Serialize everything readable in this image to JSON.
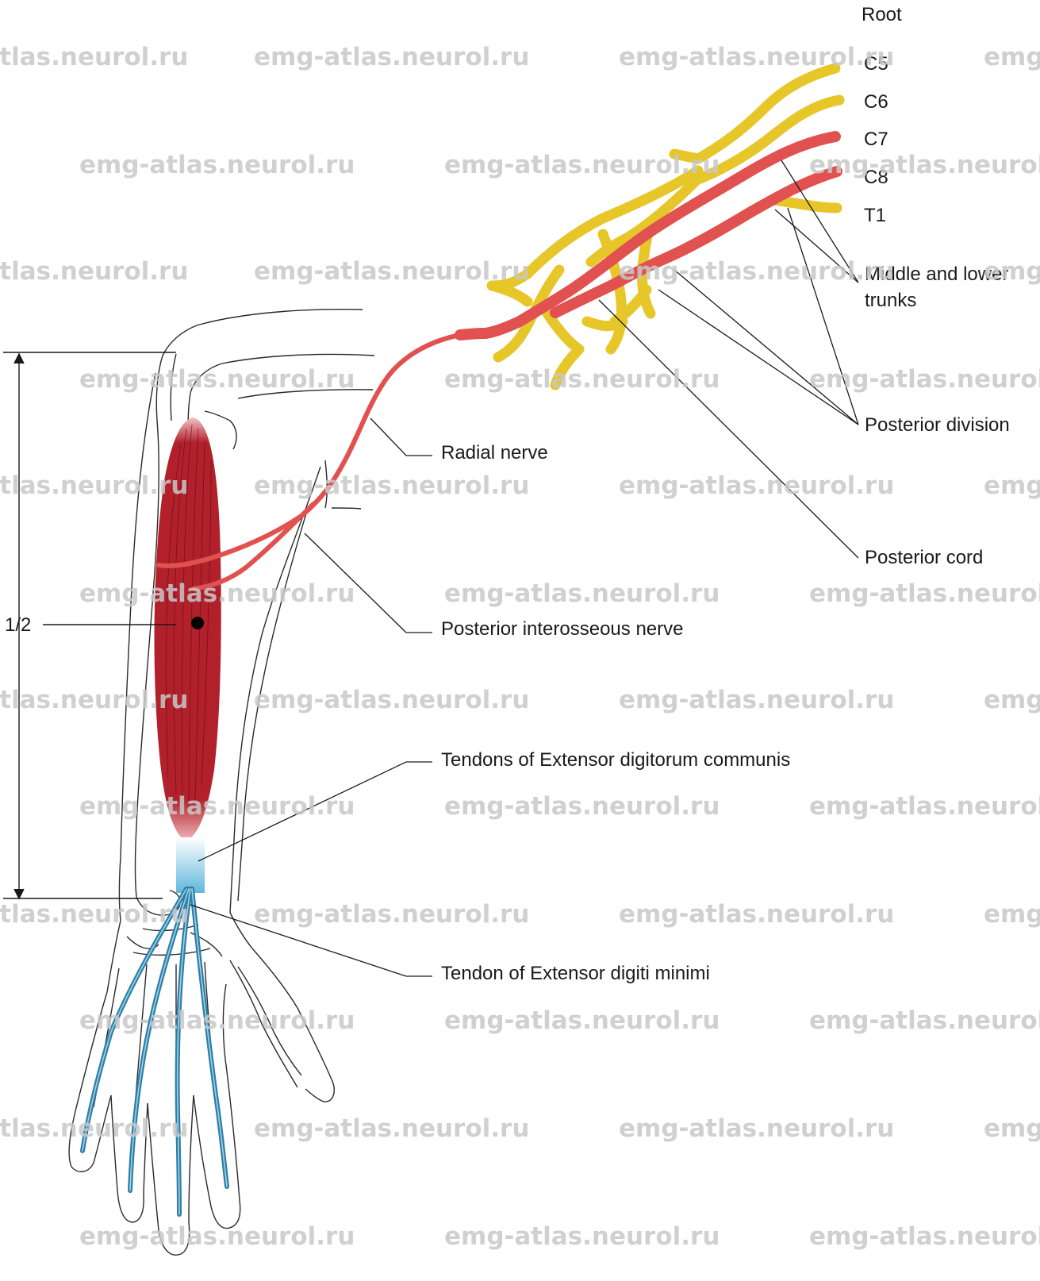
{
  "colors": {
    "nerve_yellow": "#e7c62a",
    "nerve_red": "#e0514f",
    "muscle_red": "#b2202b",
    "tendon_blue": "#2e7ea6",
    "watermark": "#c8c8c8"
  },
  "labels": {
    "root": "Root",
    "c5": "C5",
    "c6": "C6",
    "c7": "C7",
    "c8": "C8",
    "t1": "T1",
    "trunks_line1": "Middle and lower",
    "trunks_line2": "trunks",
    "posterior_division": "Posterior division",
    "posterior_cord": "Posterior cord",
    "radial_nerve": "Radial nerve",
    "posterior_interosseous": "Posterior interosseous nerve",
    "tendons_edc": "Tendons of Extensor digitorum communis",
    "tendon_edm": "Tendon of Extensor digiti minimi",
    "half": "1/2"
  },
  "watermark": "emg-atlas.neurol.ru"
}
